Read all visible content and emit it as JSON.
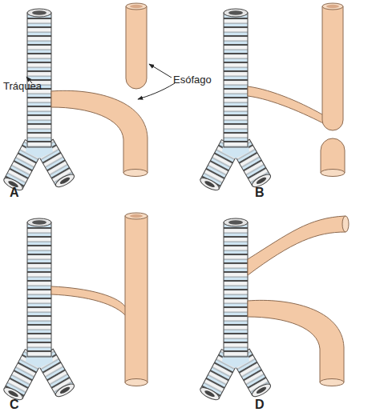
{
  "diagram": {
    "labels": [
      "Esófago",
      "Tráquea",
      "A",
      "B",
      "C",
      "D"
    ]
  }
}
